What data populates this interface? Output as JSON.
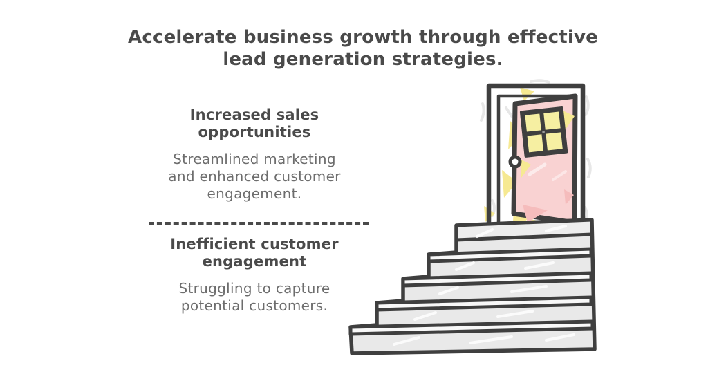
{
  "title": "Accelerate business growth through effective lead generation strategies.",
  "sections": {
    "benefit": {
      "heading": "Increased sales opportunities",
      "description": "Streamlined marketing and enhanced customer engagement."
    },
    "problem": {
      "heading": "Inefficient customer engagement",
      "description": "Struggling to capture potential customers."
    }
  },
  "illustration": {
    "name": "staircase-to-open-door",
    "elements": [
      "staircase",
      "door-frame",
      "open-door-panel",
      "door-window",
      "doorknob",
      "light-rays"
    ]
  },
  "colors": {
    "ink": "#3f3f3f",
    "ink-strong": "#4a4a4a",
    "ink-muted": "#6d6d6d",
    "door-pink": "#f9d2d2",
    "door-pink-deep": "#f5bcbc",
    "window-yellow": "#f6efa2",
    "ray-yellow": "#f6e992",
    "step-fill": "#e9e9e9",
    "tread-fill": "#f8f8f8",
    "threshold-fill": "#ededed",
    "sketch-gray": "#e3e3e3",
    "bg": "#ffffff"
  }
}
